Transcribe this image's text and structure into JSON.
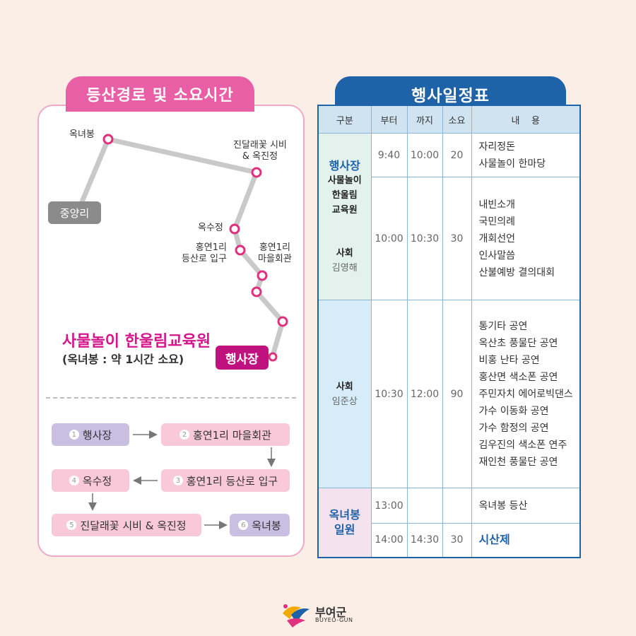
{
  "left": {
    "title": "등산경로 및 소요시간",
    "map": {
      "okneobong": "옥녀봉",
      "jindallae_line1": "진달래꽃 시비",
      "jindallae_line2": "& 옥진정",
      "jungyangri": "중양리",
      "oksujeong": "옥수정",
      "entrance_line1": "홍연1리",
      "entrance_line2": "등산로 입구",
      "village_line1": "홍연1리",
      "village_line2": "마을회관",
      "venue_title": "사물놀이 한울림교육원",
      "venue_sub": "(옥녀봉 : 약 1시간 소요)",
      "venue_tag": "행사장"
    },
    "steps": [
      {
        "num": "1",
        "label": "행사장"
      },
      {
        "num": "2",
        "label": "홍연1리 마을회관"
      },
      {
        "num": "3",
        "label": "홍연1리 등산로 입구"
      },
      {
        "num": "4",
        "label": "옥수정"
      },
      {
        "num": "5",
        "label": "진달래꽃 시비 & 옥진정"
      },
      {
        "num": "6",
        "label": "옥녀봉"
      }
    ]
  },
  "right": {
    "title": "행사일정표",
    "headers": [
      "구분",
      "부터",
      "까지",
      "소요",
      "내    용"
    ],
    "groups": {
      "g1_place": "행사장",
      "g1_line1": "사물놀이",
      "g1_line2": "한울림",
      "g1_line3": "교육원",
      "g1_host_label": "사회",
      "g1_host_name": "김영해",
      "g2_host_label": "사회",
      "g2_host_name": "임준상",
      "g3_line1": "옥녀봉",
      "g3_line2": "일원"
    },
    "rows": [
      {
        "from": "9:40",
        "to": "10:00",
        "dur": "20",
        "items": [
          "자리정돈",
          "사물놀이 한마당"
        ]
      },
      {
        "from": "10:00",
        "to": "10:30",
        "dur": "30",
        "items": [
          "내빈소개",
          "국민의례",
          "개회선언",
          "인사말씀",
          "산불예방 결의대회"
        ]
      },
      {
        "from": "10:30",
        "to": "12:00",
        "dur": "90",
        "items": [
          "통기타 공연",
          "옥산초 풍물단 공연",
          "비홍 난타 공연",
          "홍산면 색소폰 공연",
          "주민자치 에어로빅댄스",
          "가수 이동화 공연",
          "가수 함정의 공연",
          "김우진의 색소폰 연주",
          "재인천 풍물단 공연"
        ]
      },
      {
        "from": "13:00",
        "to": "",
        "dur": "",
        "items": [
          "옥녀봉 등산"
        ]
      },
      {
        "from": "14:00",
        "to": "14:30",
        "dur": "30",
        "items": [
          "시산제"
        ]
      }
    ]
  },
  "logo": {
    "name": "부여군",
    "sub": "BUYEO-GUN"
  }
}
